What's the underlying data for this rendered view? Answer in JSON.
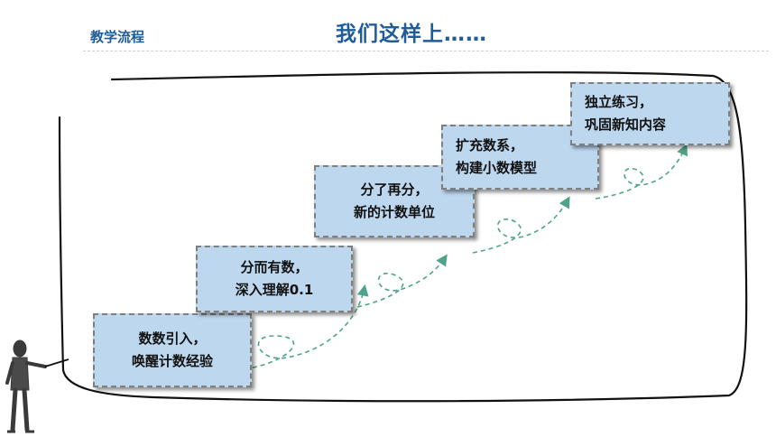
{
  "header": {
    "label": "教学流程",
    "title": "我们这样上……"
  },
  "steps": [
    {
      "line1": "数数引入，",
      "line2": "唤醒计数经验"
    },
    {
      "line1": "分而有数，",
      "line2": "深入理解0.1"
    },
    {
      "line1": "分了再分，",
      "line2": "新的计数单位"
    },
    {
      "line1": "扩充数系，",
      "line2": "构建小数模型"
    },
    {
      "line1": "独立练习，",
      "line2": "巩固新知内容"
    }
  ],
  "colors": {
    "title": "#1f5c99",
    "step_fill": "#bdd7ee",
    "step_border": "#7f7f7f",
    "arrow": "#4fa38a",
    "figure": "#3a3a3a"
  },
  "icons": {
    "presenter": "stick-figure-presenter-icon",
    "arrow": "dashed-loop-arrow-icon"
  }
}
